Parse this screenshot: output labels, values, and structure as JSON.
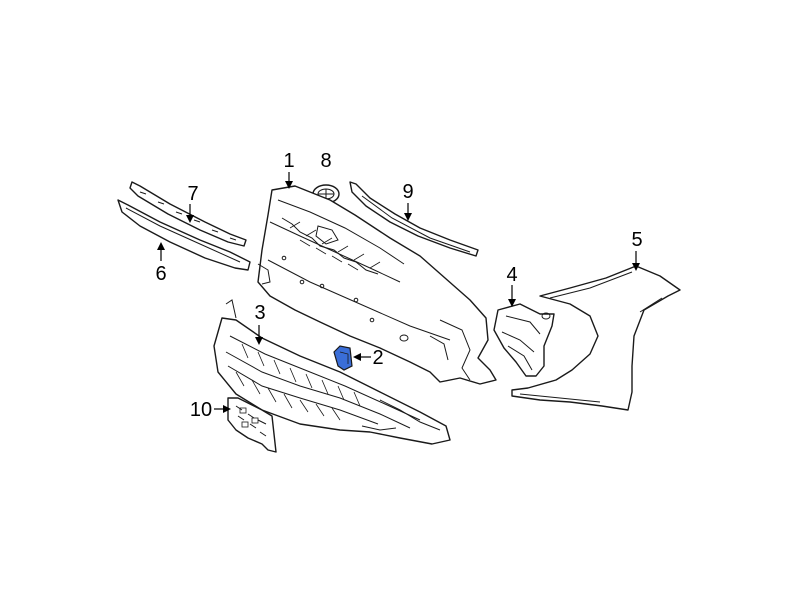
{
  "diagram": {
    "highlight_color": "#3a6ed8",
    "callouts": [
      {
        "id": "c1",
        "label": "1"
      },
      {
        "id": "c2",
        "label": "2"
      },
      {
        "id": "c3",
        "label": "3"
      },
      {
        "id": "c4",
        "label": "4"
      },
      {
        "id": "c5",
        "label": "5"
      },
      {
        "id": "c6",
        "label": "6"
      },
      {
        "id": "c7",
        "label": "7"
      },
      {
        "id": "c8",
        "label": "8"
      },
      {
        "id": "c9",
        "label": "9"
      },
      {
        "id": "c10",
        "label": "10"
      }
    ]
  }
}
